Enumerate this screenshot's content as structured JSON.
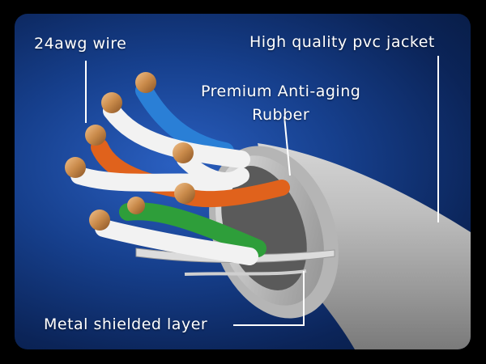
{
  "labels": {
    "wire_gauge": "24awg wire",
    "jacket": "High quality pvc jacket",
    "rubber_line1": "Premium Anti-aging",
    "rubber_line2": "Rubber",
    "shield": "Metal shielded layer"
  },
  "colors": {
    "background_center": "#2a5fc0",
    "background_edge": "#071a40",
    "jacket_gray": "#a9a9a9",
    "wire_blue": "#2a7fd6",
    "wire_orange": "#e0621c",
    "wire_green": "#2e9e3a",
    "wire_white": "#f2f2f2",
    "copper": "#c98a4a"
  }
}
